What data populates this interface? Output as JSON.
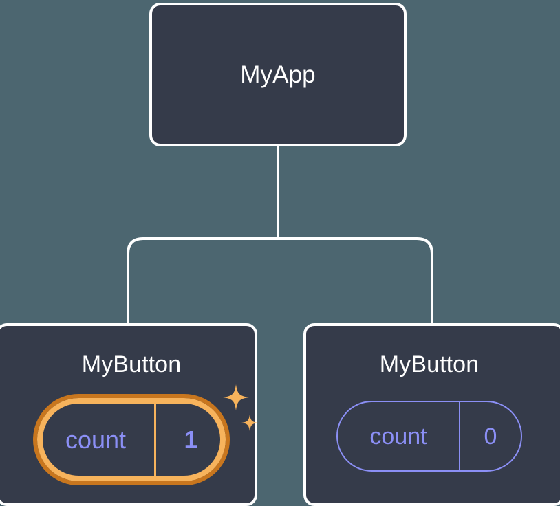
{
  "diagram": {
    "title": "component-tree",
    "background_color": "#4c6670",
    "node_fill": "#353b4a",
    "node_border": "#ffffff",
    "connector_color": "#ffffff",
    "accent_highlight_outer": "#c8761e",
    "accent_highlight_inner": "#f7b35c",
    "state_text_color": "#8b8ff5",
    "sparkle_color": "#f7b35c"
  },
  "root": {
    "label": "MyApp"
  },
  "children": [
    {
      "label": "MyButton",
      "highlighted": true,
      "state": {
        "key": "count",
        "value": "1"
      },
      "sparkle_large": "sparkle-large-icon",
      "sparkle_small": "sparkle-small-icon"
    },
    {
      "label": "MyButton",
      "highlighted": false,
      "state": {
        "key": "count",
        "value": "0"
      }
    }
  ]
}
